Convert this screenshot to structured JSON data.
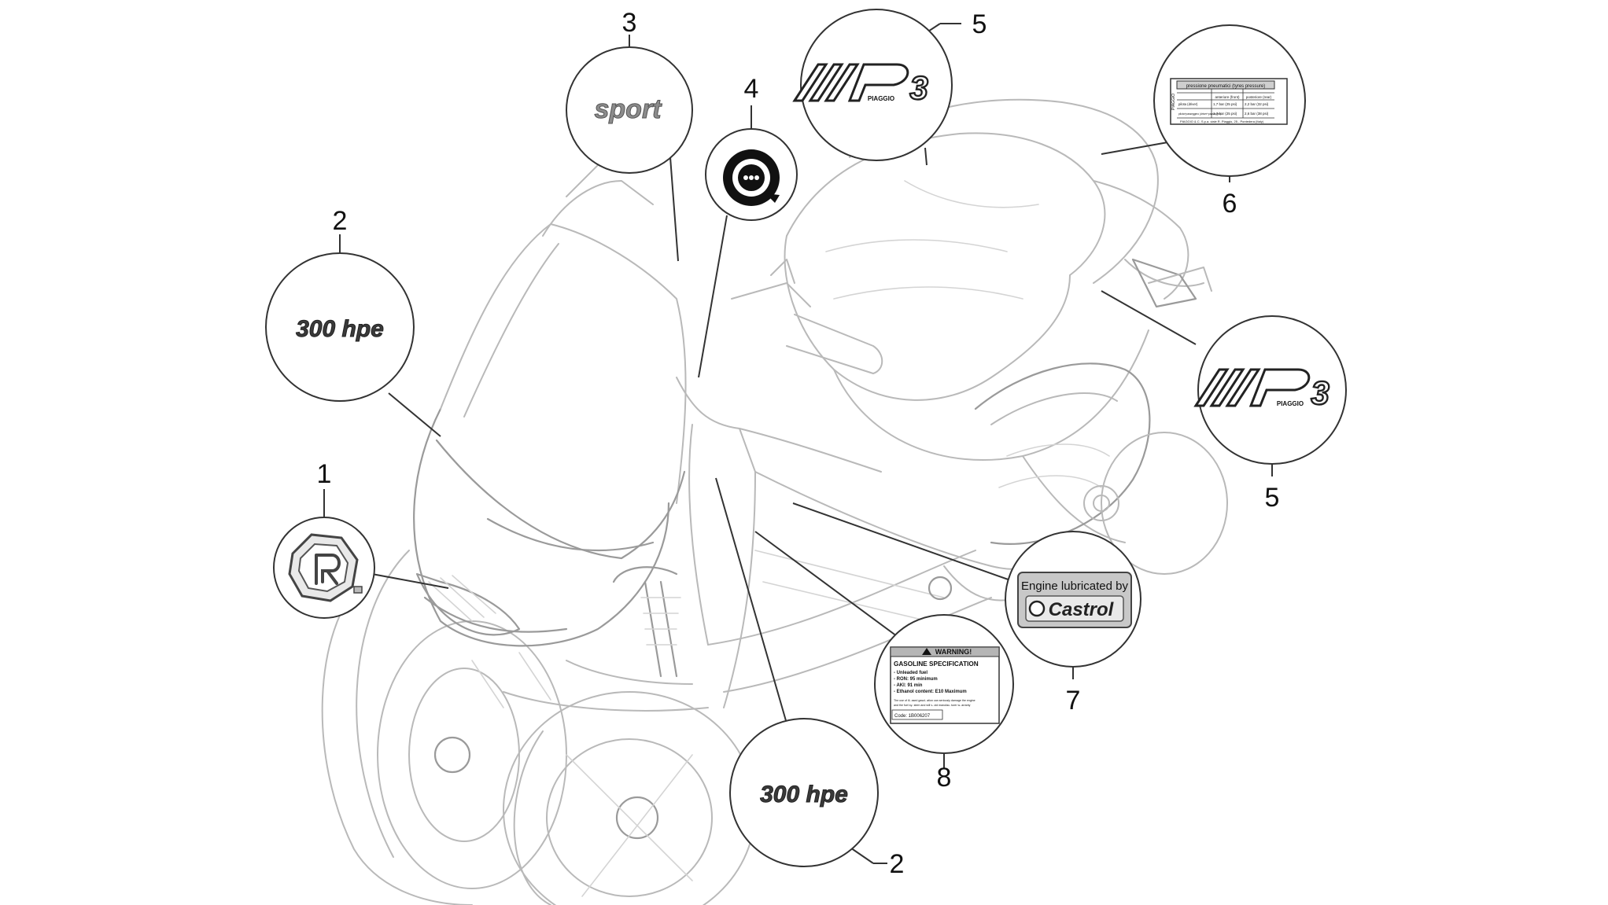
{
  "callouts": [
    {
      "number": "1"
    },
    {
      "number": "2"
    },
    {
      "number": "3"
    },
    {
      "number": "4"
    },
    {
      "number": "5"
    },
    {
      "number": "6"
    },
    {
      "number": "5"
    },
    {
      "number": "7"
    },
    {
      "number": "8"
    },
    {
      "number": "2"
    }
  ],
  "decals": {
    "sport": "sport",
    "hpe": "300 hpe",
    "mp3": "MP3",
    "piaggio_small": "PIAGGIO",
    "tyre_title": "pressione pneumatici (tyres pressure)",
    "tyre_col1": "anteriore (front)",
    "tyre_col2": "posteriore (rear)",
    "tyre_row1_label": "pilota (driver)",
    "tyre_row1_v1": "1,7 bar (25 psi)",
    "tyre_row1_v2": "2,2 bar (32 psi)",
    "tyre_row2_label": "pilota+passeggero (driver+passenger)",
    "tyre_row2_v1": "1,7 bar (25 psi)",
    "tyre_row2_v2": "2,6 bar (38 psi)",
    "tyre_footer": "PIAGGIO & C. S.p.a. viale R. Piaggio, 25 - Pontedera (Italy)",
    "castrol_line1": "Engine lubricated by",
    "castrol_brand": "Castrol",
    "warn_header": "WARNING!",
    "warn_title": "GASOLINE SPECIFICATION",
    "warn_l1": "- Unleaded fuel",
    "warn_l2": "- RON: 95 minimum",
    "warn_l3": "- AKI: 91 min",
    "warn_l4": "- Ethanol content: E10 Maximum",
    "warn_small1": "The use of ill- ased gasol- ation can seriously damage the engine",
    "warn_small2": "and the fuel sy- stem and will v- oid manufac- turer w- arranty",
    "warn_code": "Code: 1B006207"
  },
  "colors": {
    "line": "#333333",
    "sketch": "#b9b9b9",
    "decal_dark": "#3a3a3a",
    "decal_grey": "#8c8c8c",
    "castrol_bg": "#c8c8c8"
  }
}
